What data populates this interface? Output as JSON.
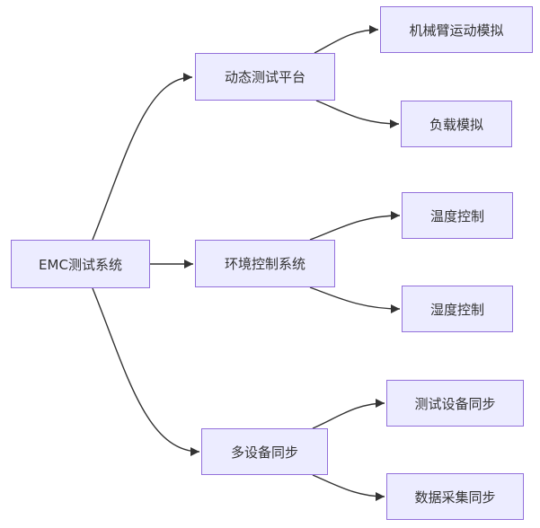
{
  "diagram": {
    "type": "flowchart-left-to-right",
    "colors": {
      "node_fill": "#ECECFF",
      "node_border": "#9370DB",
      "edge": "#333333",
      "text": "#333333",
      "background": "#FFFFFF"
    },
    "nodes": [
      {
        "id": "root",
        "label": "EMC测试系统"
      },
      {
        "id": "dynamic",
        "label": "动态测试平台"
      },
      {
        "id": "arm",
        "label": "机械臂运动模拟"
      },
      {
        "id": "load",
        "label": "负载模拟"
      },
      {
        "id": "env",
        "label": "环境控制系统"
      },
      {
        "id": "temp",
        "label": "温度控制"
      },
      {
        "id": "humidity",
        "label": "湿度控制"
      },
      {
        "id": "multi",
        "label": "多设备同步"
      },
      {
        "id": "test_sync",
        "label": "测试设备同步"
      },
      {
        "id": "data_sync",
        "label": "数据采集同步"
      }
    ],
    "edges": [
      {
        "from": "EMC测试系统",
        "to": "动态测试平台"
      },
      {
        "from": "EMC测试系统",
        "to": "环境控制系统"
      },
      {
        "from": "EMC测试系统",
        "to": "多设备同步"
      },
      {
        "from": "动态测试平台",
        "to": "机械臂运动模拟"
      },
      {
        "from": "动态测试平台",
        "to": "负载模拟"
      },
      {
        "from": "环境控制系统",
        "to": "温度控制"
      },
      {
        "from": "环境控制系统",
        "to": "湿度控制"
      },
      {
        "from": "多设备同步",
        "to": "测试设备同步"
      },
      {
        "from": "多设备同步",
        "to": "数据采集同步"
      }
    ]
  }
}
